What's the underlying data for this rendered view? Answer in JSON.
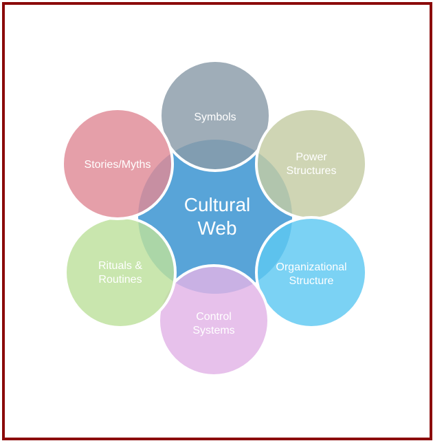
{
  "center": {
    "line1": "Cultural",
    "line2": "Web",
    "color": "#4f9fd6"
  },
  "nodes": [
    {
      "id": "symbols",
      "lines": [
        "Symbols"
      ],
      "color": "#8a9ba8"
    },
    {
      "id": "power-structures",
      "lines": [
        "Power",
        "Structures"
      ],
      "color": "#c5cca3"
    },
    {
      "id": "organizational-structure",
      "lines": [
        "Organizational",
        "Structure"
      ],
      "color": "#5ec8f2"
    },
    {
      "id": "control-systems",
      "lines": [
        "Control",
        "Systems"
      ],
      "color": "#e2b3e6"
    },
    {
      "id": "rituals-routines",
      "lines": [
        "Rituals &",
        "Routines"
      ],
      "color": "#bde19c"
    },
    {
      "id": "stories-myths",
      "lines": [
        "Stories/Myths"
      ],
      "color": "#df8a96"
    }
  ],
  "border_color": "#8b0a0a"
}
